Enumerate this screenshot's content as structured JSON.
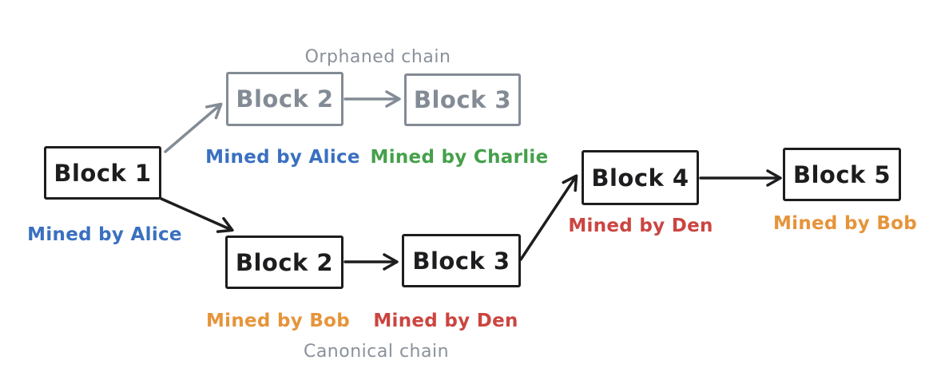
{
  "colors": {
    "ink": "#1d1d1f",
    "gray": "#838b95",
    "gray-text": "#8a919a",
    "blue": "#3a70c0",
    "green": "#45a04b",
    "orange": "#e6943a",
    "red": "#cb4540",
    "bg": "#ffffff"
  },
  "chain_labels": {
    "orphaned": "Orphaned chain",
    "canonical": "Canonical chain"
  },
  "blocks": {
    "block1": {
      "label": "Block 1",
      "miner": "Mined by Alice"
    },
    "orphan_block2": {
      "label": "Block 2",
      "miner": "Mined by Alice"
    },
    "orphan_block3": {
      "label": "Block 3",
      "miner": "Mined by Charlie"
    },
    "canonical_block2": {
      "label": "Block 2",
      "miner": "Mined by Bob"
    },
    "canonical_block3": {
      "label": "Block 3",
      "miner": "Mined by Den"
    },
    "block4": {
      "label": "Block 4",
      "miner": "Mined by Den"
    },
    "block5": {
      "label": "Block 5",
      "miner": "Mined by Bob"
    }
  }
}
